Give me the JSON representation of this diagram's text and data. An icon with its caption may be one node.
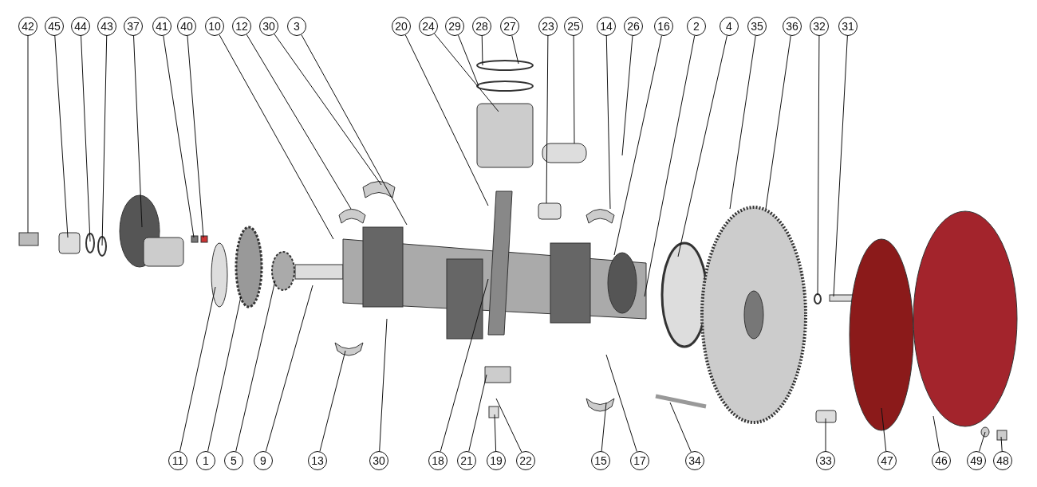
{
  "diagram": {
    "nodes": [
      {
        "text": [
          "42"
        ]
      },
      {
        "text": [
          "45"
        ]
      },
      {
        "text": [
          "44"
        ]
      },
      {
        "text": [
          "43"
        ]
      },
      {
        "text": [
          "37"
        ]
      },
      {
        "text": [
          "41"
        ]
      },
      {
        "text": [
          "40"
        ]
      },
      {
        "text": [
          "10"
        ]
      },
      {
        "text": [
          "12"
        ]
      },
      {
        "text": [
          "30"
        ]
      },
      {
        "text": [
          "3"
        ]
      },
      {
        "text": [
          "20"
        ]
      },
      {
        "text": [
          "24"
        ]
      },
      {
        "text": [
          "29"
        ]
      },
      {
        "text": [
          "28"
        ]
      },
      {
        "text": [
          "27"
        ]
      },
      {
        "text": [
          "23"
        ]
      },
      {
        "text": [
          "25"
        ]
      },
      {
        "text": [
          "14"
        ]
      },
      {
        "text": [
          "26"
        ]
      },
      {
        "text": [
          "16"
        ]
      },
      {
        "text": [
          "2"
        ]
      },
      {
        "text": [
          "4"
        ]
      },
      {
        "text": [
          "35"
        ]
      },
      {
        "text": [
          "36"
        ]
      },
      {
        "text": [
          "32"
        ]
      },
      {
        "text": [
          "31"
        ]
      },
      {
        "text": [
          "11"
        ]
      },
      {
        "text": [
          "1"
        ]
      },
      {
        "text": [
          "5"
        ]
      },
      {
        "text": [
          "9"
        ]
      },
      {
        "text": [
          "13"
        ]
      },
      {
        "text": [
          "30"
        ]
      },
      {
        "text": [
          "18"
        ]
      },
      {
        "text": [
          "21"
        ]
      },
      {
        "text": [
          "19"
        ]
      },
      {
        "text": [
          "22"
        ]
      },
      {
        "text": [
          "15"
        ]
      },
      {
        "text": [
          "17"
        ]
      },
      {
        "text": [
          "34"
        ]
      },
      {
        "text": [
          "33"
        ]
      },
      {
        "text": [
          "47"
        ]
      },
      {
        "text": [
          "46"
        ]
      },
      {
        "text": [
          "49"
        ]
      },
      {
        "text": [
          "48"
        ]
      }
    ],
    "edges": [
      {
        "from": 0,
        "to": null,
        "arrow": "none"
      },
      {
        "from": 1,
        "to": null,
        "arrow": "none"
      },
      {
        "from": 2,
        "to": null,
        "arrow": "none"
      },
      {
        "from": 3,
        "to": null,
        "arrow": "none"
      },
      {
        "from": 4,
        "to": null,
        "arrow": "none"
      },
      {
        "from": 5,
        "to": null,
        "arrow": "none"
      },
      {
        "from": 6,
        "to": null,
        "arrow": "none"
      },
      {
        "from": 7,
        "to": null,
        "arrow": "none"
      },
      {
        "from": 8,
        "to": null,
        "arrow": "none"
      },
      {
        "from": 9,
        "to": null,
        "arrow": "none"
      },
      {
        "from": 10,
        "to": null,
        "arrow": "none"
      },
      {
        "from": 11,
        "to": null,
        "arrow": "none"
      },
      {
        "from": 12,
        "to": null,
        "arrow": "none"
      },
      {
        "from": 13,
        "to": null,
        "arrow": "none"
      },
      {
        "from": 14,
        "to": null,
        "arrow": "none"
      },
      {
        "from": 15,
        "to": null,
        "arrow": "none"
      },
      {
        "from": 16,
        "to": null,
        "arrow": "none"
      },
      {
        "from": 17,
        "to": null,
        "arrow": "none"
      },
      {
        "from": 18,
        "to": null,
        "arrow": "none"
      },
      {
        "from": 19,
        "to": null,
        "arrow": "none"
      },
      {
        "from": 20,
        "to": null,
        "arrow": "none"
      },
      {
        "from": 21,
        "to": null,
        "arrow": "none"
      },
      {
        "from": 22,
        "to": null,
        "arrow": "none"
      },
      {
        "from": 23,
        "to": null,
        "arrow": "none"
      },
      {
        "from": 24,
        "to": null,
        "arrow": "none"
      },
      {
        "from": 25,
        "to": null,
        "arrow": "none"
      },
      {
        "from": 26,
        "to": null,
        "arrow": "none"
      },
      {
        "from": 27,
        "to": null,
        "arrow": "none"
      },
      {
        "from": 28,
        "to": null,
        "arrow": "none"
      },
      {
        "from": 29,
        "to": null,
        "arrow": "none"
      },
      {
        "from": 30,
        "to": null,
        "arrow": "none"
      },
      {
        "from": 31,
        "to": null,
        "arrow": "none"
      },
      {
        "from": 32,
        "to": null,
        "arrow": "none"
      },
      {
        "from": 33,
        "to": null,
        "arrow": "none"
      },
      {
        "from": 34,
        "to": null,
        "arrow": "none"
      },
      {
        "from": 35,
        "to": null,
        "arrow": "none"
      },
      {
        "from": 36,
        "to": null,
        "arrow": "none"
      },
      {
        "from": 37,
        "to": null,
        "arrow": "none"
      },
      {
        "from": 38,
        "to": null,
        "arrow": "none"
      },
      {
        "from": 39,
        "to": null,
        "arrow": "none"
      },
      {
        "from": 40,
        "to": null,
        "arrow": "none"
      },
      {
        "from": 41,
        "to": null,
        "arrow": "none"
      },
      {
        "from": 42,
        "to": null,
        "arrow": "none"
      },
      {
        "from": 43,
        "to": null,
        "arrow": "none"
      },
      {
        "from": 44,
        "to": null,
        "arrow": "none"
      }
    ]
  }
}
